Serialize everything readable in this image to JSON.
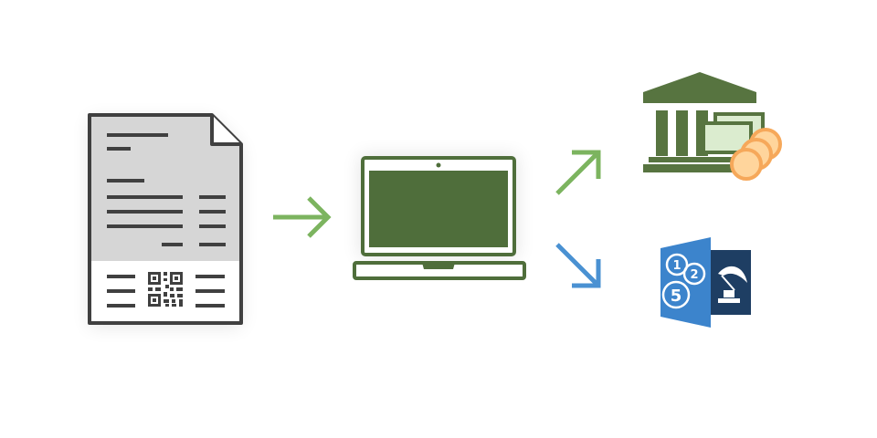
{
  "colors": {
    "invoice_body": "#d6d6d6",
    "invoice_outline": "#404040",
    "laptop_green": "#4f6e3b",
    "arrow_green": "#7cb45f",
    "arrow_blue": "#4a91d2",
    "bank_green": "#577440",
    "bank_note": "#dbeccf",
    "coin_orange": "#ffd59c",
    "coin_outline": "#f6a85a",
    "app_light_blue": "#3c84cc",
    "app_dark_blue": "#1e3e63"
  },
  "diagram": {
    "nodes": [
      {
        "id": "invoice",
        "icon": "invoice-with-qr-code-icon"
      },
      {
        "id": "computer",
        "icon": "laptop-icon"
      },
      {
        "id": "bank",
        "icon": "bank-with-coins-icon"
      },
      {
        "id": "accounting_app",
        "icon": "accounting-software-icon"
      }
    ],
    "edges": [
      {
        "from": "invoice",
        "to": "computer",
        "color": "#7cb45f"
      },
      {
        "from": "computer",
        "to": "bank",
        "color": "#7cb45f"
      },
      {
        "from": "computer",
        "to": "accounting_app",
        "color": "#4a91d2"
      }
    ]
  },
  "app_icon": {
    "coin_digits": [
      "1",
      "5",
      "2"
    ]
  }
}
